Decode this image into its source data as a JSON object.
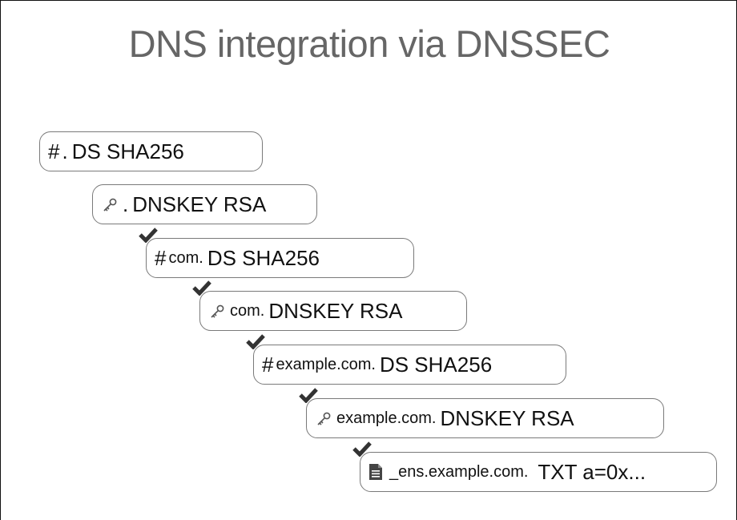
{
  "title": "DNS integration via DNSSEC",
  "chain": [
    {
      "icon": "hash-icon",
      "glyph": "#",
      "zone": ".",
      "record": "DS SHA256"
    },
    {
      "icon": "key-icon",
      "glyph": "",
      "zone": ".",
      "record": "DNSKEY RSA"
    },
    {
      "icon": "hash-icon",
      "glyph": "#",
      "zone": "com.",
      "record": "DS SHA256"
    },
    {
      "icon": "key-icon",
      "glyph": "",
      "zone": "com.",
      "record": "DNSKEY RSA"
    },
    {
      "icon": "hash-icon",
      "glyph": "#",
      "zone": "example.com.",
      "record": "DS SHA256"
    },
    {
      "icon": "key-icon",
      "glyph": "",
      "zone": "example.com.",
      "record": "DNSKEY RSA"
    },
    {
      "icon": "document-icon",
      "glyph": "",
      "zone": "_ens.example.com.",
      "record": "TXT a=0x..."
    }
  ],
  "colors": {
    "title": "#666666",
    "box_border": "#7a7a7a",
    "check": "#333333"
  }
}
